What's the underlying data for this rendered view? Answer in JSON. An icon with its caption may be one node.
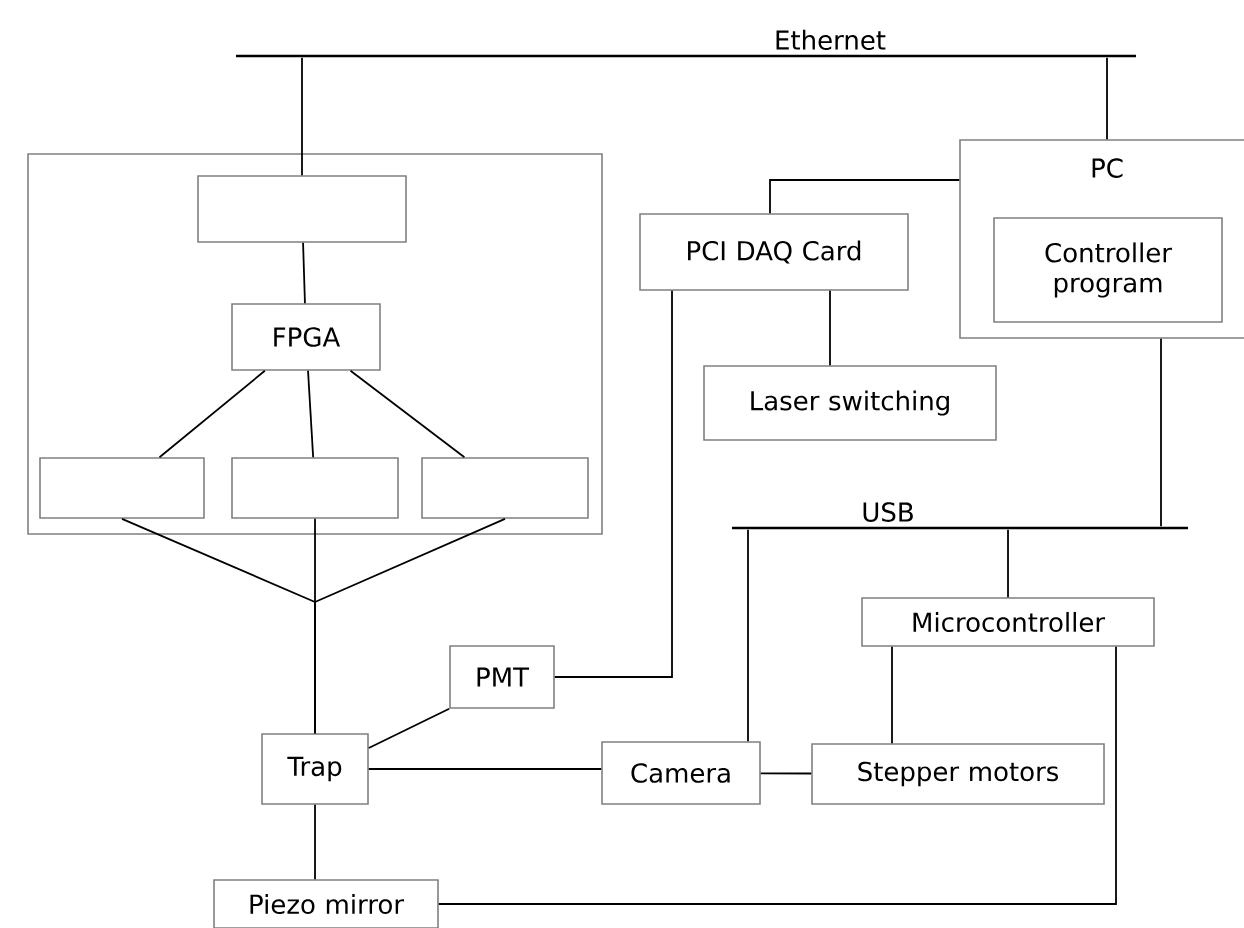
{
  "diagram": {
    "nodes": [
      {
        "text": [
          "Ethernet"
        ]
      },
      {
        "text": [],
        "shape": "box"
      },
      {
        "text": [],
        "shape": "box",
        "in": 1
      },
      {
        "text": [
          "FPGA"
        ],
        "in": 1
      },
      {
        "text": [],
        "shape": "box",
        "in": 1
      },
      {
        "text": [],
        "shape": "box",
        "in": 1
      },
      {
        "text": [],
        "shape": "box",
        "in": 1
      },
      {
        "text": [
          "PC"
        ]
      },
      {
        "text": [
          "Controller program"
        ],
        "in": 7
      },
      {
        "text": [
          "PCI DAQ Card"
        ]
      },
      {
        "text": [
          "Laser switching"
        ]
      },
      {
        "text": [
          "USB"
        ]
      },
      {
        "text": [
          "Microcontroller"
        ]
      },
      {
        "text": [
          "PMT"
        ]
      },
      {
        "text": [
          "Trap"
        ]
      },
      {
        "text": [
          "Camera"
        ]
      },
      {
        "text": [
          "Stepper motors"
        ]
      },
      {
        "text": [
          "Piezo mirror"
        ]
      }
    ],
    "edges": [
      {
        "from": 0,
        "to": 2,
        "arrow": "none"
      },
      {
        "from": 0,
        "to": 7,
        "arrow": "none"
      },
      {
        "from": 2,
        "to": 3,
        "arrow": "none"
      },
      {
        "from": 3,
        "to": 4,
        "arrow": "none"
      },
      {
        "from": 3,
        "to": 5,
        "arrow": "none"
      },
      {
        "from": 3,
        "to": 6,
        "arrow": "none"
      },
      {
        "from": 4,
        "to": 14,
        "arrow": "none"
      },
      {
        "from": 5,
        "to": 14,
        "arrow": "none"
      },
      {
        "from": 6,
        "to": 14,
        "arrow": "none"
      },
      {
        "from": 7,
        "to": 9,
        "arrow": "none"
      },
      {
        "from": 9,
        "to": 10,
        "arrow": "none"
      },
      {
        "from": 9,
        "to": 13,
        "arrow": "none"
      },
      {
        "from": 7,
        "to": 11,
        "arrow": "none"
      },
      {
        "from": 11,
        "to": 15,
        "arrow": "none"
      },
      {
        "from": 11,
        "to": 12,
        "arrow": "none"
      },
      {
        "from": 12,
        "to": 16,
        "arrow": "none"
      },
      {
        "from": 12,
        "to": 17,
        "arrow": "none"
      },
      {
        "from": 14,
        "to": 13,
        "arrow": "none"
      },
      {
        "from": 14,
        "to": 15,
        "arrow": "none"
      },
      {
        "from": 15,
        "to": 16,
        "arrow": "none"
      },
      {
        "from": 14,
        "to": 17,
        "arrow": "none"
      }
    ]
  }
}
